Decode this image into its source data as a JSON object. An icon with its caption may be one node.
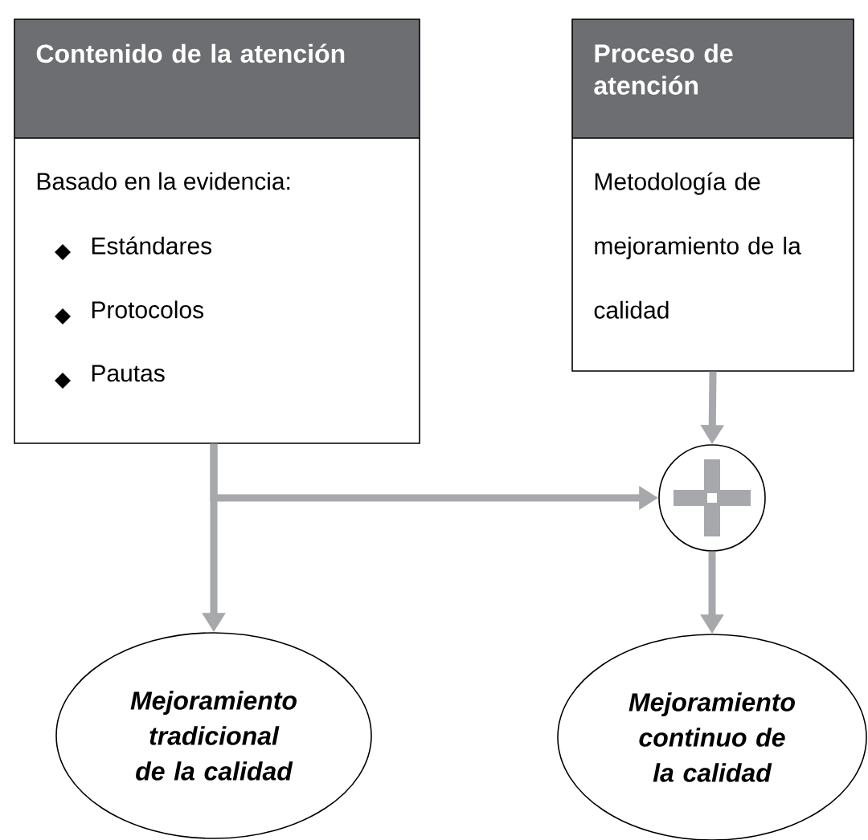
{
  "diagram": {
    "nodes": [
      {
        "text": [
          "Contenido de la atención",
          "Basado en la evidencia:",
          "Estándares",
          "Protocolos",
          "Pautas"
        ]
      },
      {
        "text": [
          "Proceso de atención",
          "Metodología de mejoramiento de la calidad"
        ]
      },
      {
        "text": [],
        "shape": "circle"
      },
      {
        "text": [
          "Mejoramiento tradicional de la calidad"
        ]
      },
      {
        "text": [
          "Mejoramiento continuo de la calidad"
        ]
      }
    ],
    "edges": [
      {
        "from": 0,
        "to": 3,
        "arrow": "to"
      },
      {
        "from": 0,
        "to": 2,
        "arrow": "to"
      },
      {
        "from": 1,
        "to": 2,
        "arrow": "to"
      },
      {
        "from": 2,
        "to": 4,
        "arrow": "to"
      }
    ]
  }
}
